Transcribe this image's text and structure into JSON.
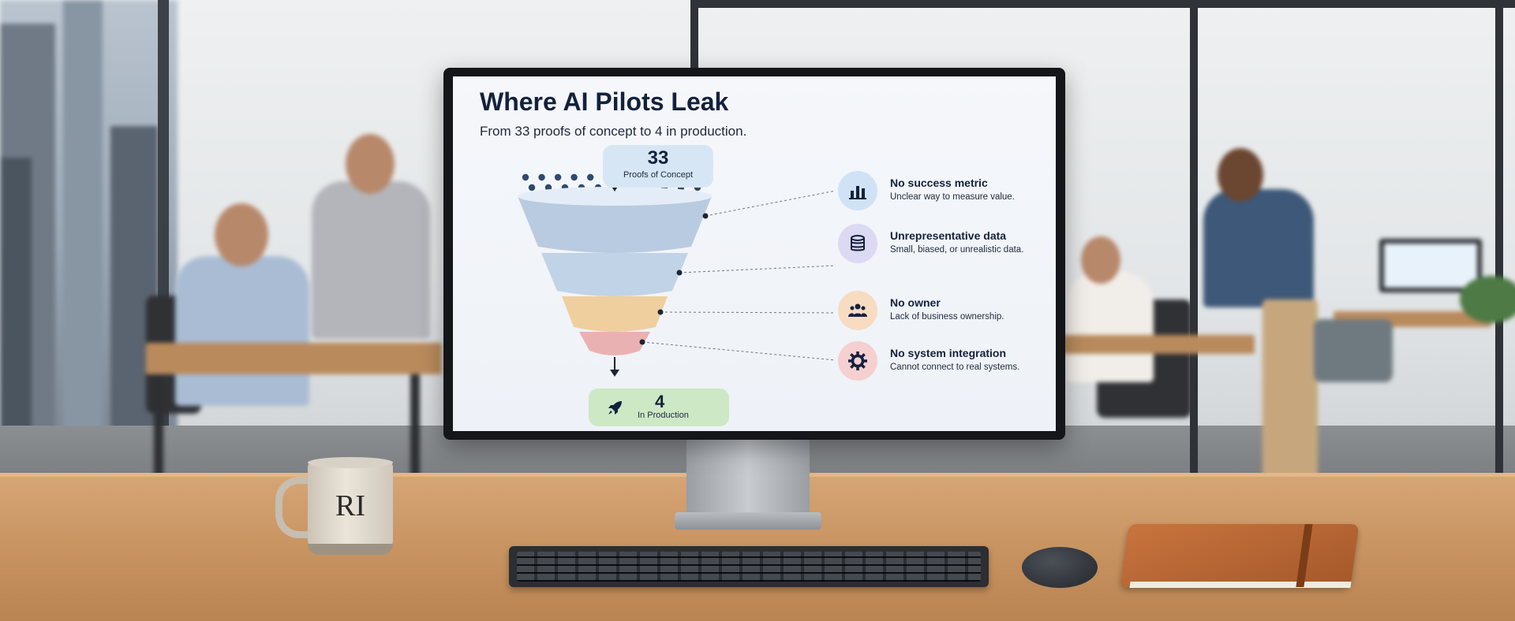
{
  "slide": {
    "title": "Where AI Pilots Leak",
    "subtitle": "From 33 proofs of concept to 4 in production.",
    "top_badge": {
      "number": "33",
      "label": "Proofs of Concept"
    },
    "bottom_badge": {
      "number": "4",
      "label": "In Production",
      "icon": "rocket-icon"
    },
    "reasons": [
      {
        "title": "No success metric",
        "description": "Unclear way to measure value.",
        "icon": "bar-chart-icon",
        "color": "#cfe2f6"
      },
      {
        "title": "Unrepresentative data",
        "description": "Small, biased, or unrealistic data.",
        "icon": "database-icon",
        "color": "#dcd9f3"
      },
      {
        "title": "No owner",
        "description": "Lack of business ownership.",
        "icon": "people-icon",
        "color": "#f7dcc2"
      },
      {
        "title": "No system integration",
        "description": "Cannot connect to real systems.",
        "icon": "gear-icon",
        "color": "#f6cfd0"
      }
    ],
    "funnel_colors": [
      "#b9cbe0",
      "#c1d3e6",
      "#efcf9e",
      "#eab1b3"
    ]
  },
  "mug": {
    "text": "RI"
  }
}
